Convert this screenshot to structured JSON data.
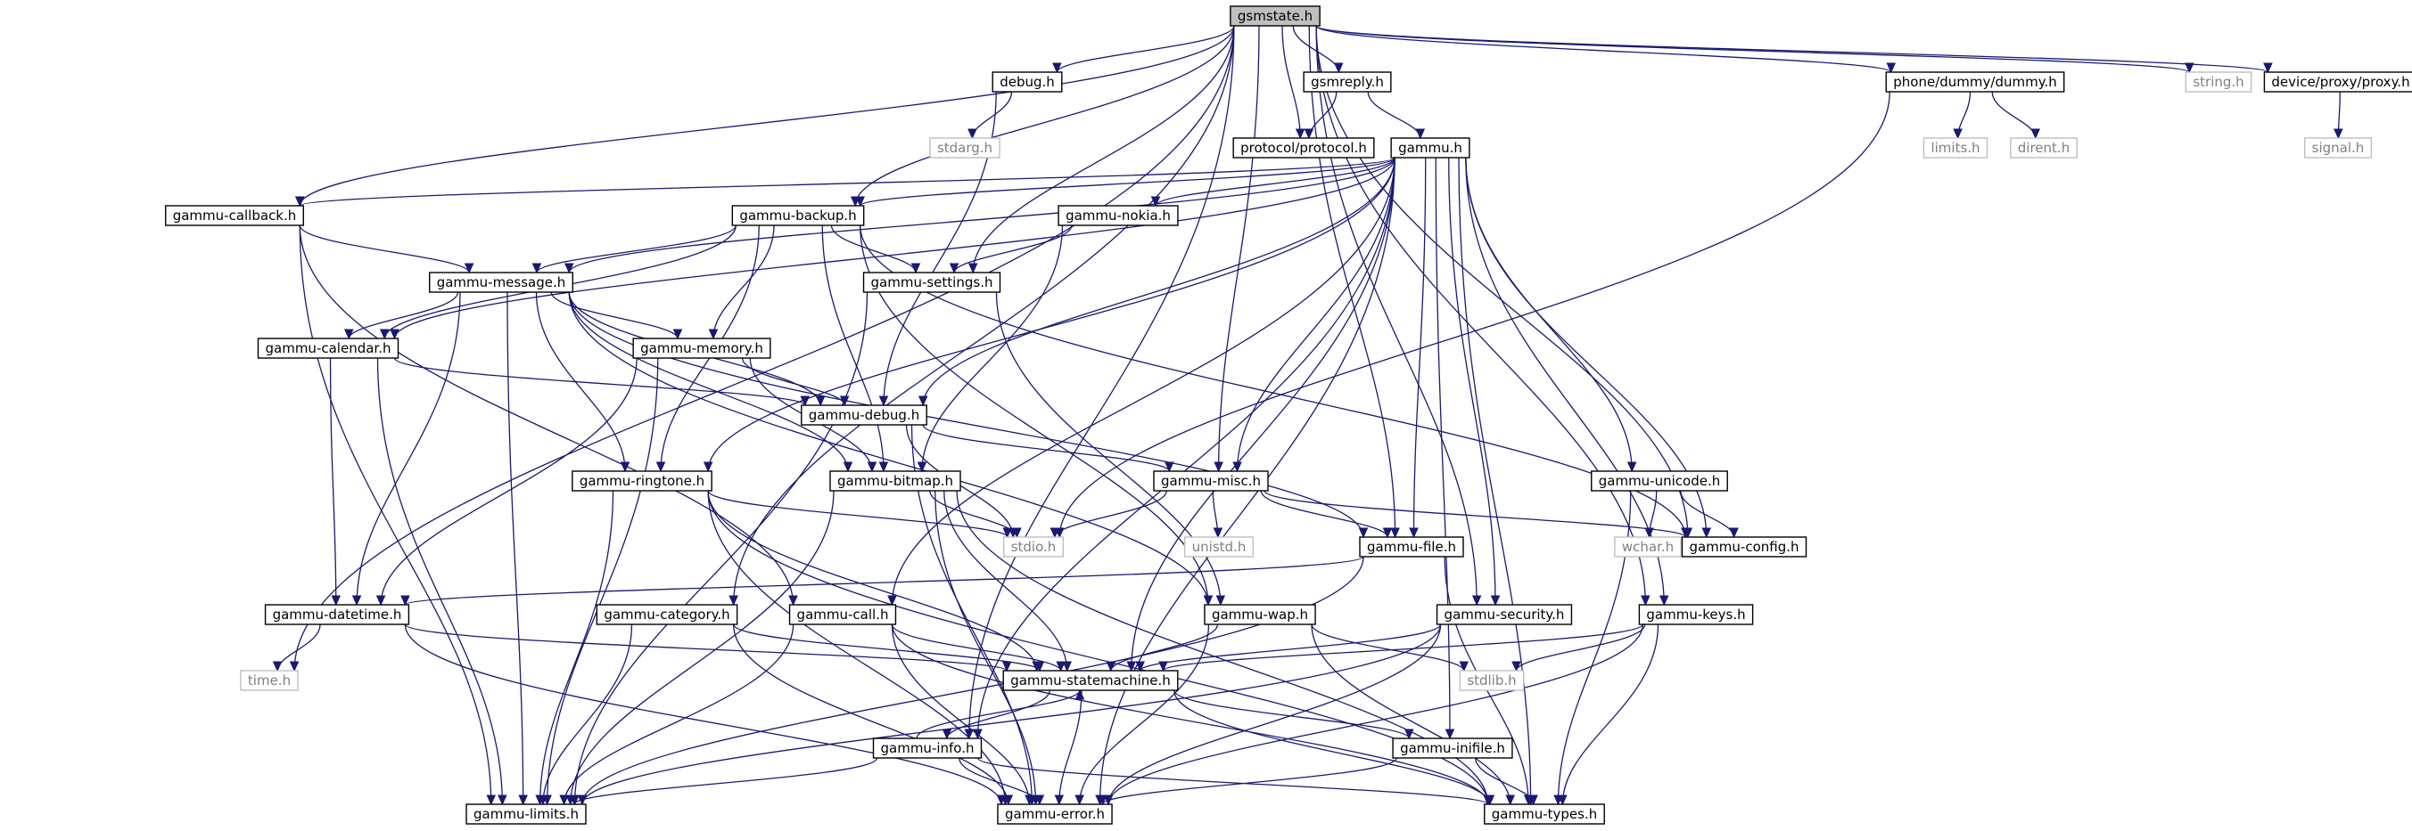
{
  "nodes": [
    {
      "id": "gsmstate",
      "label": "gsmstate.h",
      "kind": "root"
    },
    {
      "id": "debug",
      "label": "debug.h",
      "kind": "local"
    },
    {
      "id": "gsmreply",
      "label": "gsmreply.h",
      "kind": "local"
    },
    {
      "id": "dummy",
      "label": "phone/dummy/dummy.h",
      "kind": "local"
    },
    {
      "id": "string",
      "label": "string.h",
      "kind": "external"
    },
    {
      "id": "proxy",
      "label": "device/proxy/proxy.h",
      "kind": "local"
    },
    {
      "id": "stdarg",
      "label": "stdarg.h",
      "kind": "external"
    },
    {
      "id": "protocol",
      "label": "protocol/protocol.h",
      "kind": "local"
    },
    {
      "id": "gammu",
      "label": "gammu.h",
      "kind": "local"
    },
    {
      "id": "limits",
      "label": "limits.h",
      "kind": "external"
    },
    {
      "id": "dirent",
      "label": "dirent.h",
      "kind": "external"
    },
    {
      "id": "signal",
      "label": "signal.h",
      "kind": "external"
    },
    {
      "id": "callback",
      "label": "gammu-callback.h",
      "kind": "local"
    },
    {
      "id": "backup",
      "label": "gammu-backup.h",
      "kind": "local"
    },
    {
      "id": "nokia",
      "label": "gammu-nokia.h",
      "kind": "local"
    },
    {
      "id": "message",
      "label": "gammu-message.h",
      "kind": "local"
    },
    {
      "id": "settings",
      "label": "gammu-settings.h",
      "kind": "local"
    },
    {
      "id": "calendar",
      "label": "gammu-calendar.h",
      "kind": "local"
    },
    {
      "id": "memory",
      "label": "gammu-memory.h",
      "kind": "local"
    },
    {
      "id": "gdebug",
      "label": "gammu-debug.h",
      "kind": "local"
    },
    {
      "id": "ringtone",
      "label": "gammu-ringtone.h",
      "kind": "local"
    },
    {
      "id": "bitmap",
      "label": "gammu-bitmap.h",
      "kind": "local"
    },
    {
      "id": "misc",
      "label": "gammu-misc.h",
      "kind": "local"
    },
    {
      "id": "unicode",
      "label": "gammu-unicode.h",
      "kind": "local"
    },
    {
      "id": "stdio",
      "label": "stdio.h",
      "kind": "external"
    },
    {
      "id": "unistd",
      "label": "unistd.h",
      "kind": "external"
    },
    {
      "id": "file",
      "label": "gammu-file.h",
      "kind": "local"
    },
    {
      "id": "wchar",
      "label": "wchar.h",
      "kind": "external"
    },
    {
      "id": "config",
      "label": "gammu-config.h",
      "kind": "local"
    },
    {
      "id": "datetime",
      "label": "gammu-datetime.h",
      "kind": "local"
    },
    {
      "id": "category",
      "label": "gammu-category.h",
      "kind": "local"
    },
    {
      "id": "call",
      "label": "gammu-call.h",
      "kind": "local"
    },
    {
      "id": "wap",
      "label": "gammu-wap.h",
      "kind": "local"
    },
    {
      "id": "security",
      "label": "gammu-security.h",
      "kind": "local"
    },
    {
      "id": "keys",
      "label": "gammu-keys.h",
      "kind": "local"
    },
    {
      "id": "time",
      "label": "time.h",
      "kind": "external"
    },
    {
      "id": "statemachine",
      "label": "gammu-statemachine.h",
      "kind": "local"
    },
    {
      "id": "stdlib",
      "label": "stdlib.h",
      "kind": "external"
    },
    {
      "id": "info",
      "label": "gammu-info.h",
      "kind": "local"
    },
    {
      "id": "inifile",
      "label": "gammu-inifile.h",
      "kind": "local"
    },
    {
      "id": "glimits",
      "label": "gammu-limits.h",
      "kind": "local"
    },
    {
      "id": "error",
      "label": "gammu-error.h",
      "kind": "local"
    },
    {
      "id": "types",
      "label": "gammu-types.h",
      "kind": "local"
    }
  ],
  "edges": [
    [
      "gsmstate",
      "debug"
    ],
    [
      "gsmstate",
      "gsmreply"
    ],
    [
      "gsmstate",
      "dummy"
    ],
    [
      "gsmstate",
      "string"
    ],
    [
      "gsmstate",
      "proxy"
    ],
    [
      "gsmstate",
      "protocol"
    ],
    [
      "gsmstate",
      "callback"
    ],
    [
      "gsmstate",
      "backup"
    ],
    [
      "gsmstate",
      "settings"
    ],
    [
      "gsmstate",
      "misc"
    ],
    [
      "gsmstate",
      "file"
    ],
    [
      "gsmstate",
      "config"
    ],
    [
      "gsmstate",
      "keys"
    ],
    [
      "gsmstate",
      "security"
    ],
    [
      "gsmstate",
      "category"
    ],
    [
      "gsmstate",
      "time"
    ],
    [
      "gsmstate",
      "info"
    ],
    [
      "debug",
      "stdarg"
    ],
    [
      "debug",
      "gdebug"
    ],
    [
      "gsmreply",
      "protocol"
    ],
    [
      "gsmreply",
      "gammu"
    ],
    [
      "dummy",
      "limits"
    ],
    [
      "dummy",
      "dirent"
    ],
    [
      "dummy",
      "stdio"
    ],
    [
      "proxy",
      "signal"
    ],
    [
      "gammu",
      "callback"
    ],
    [
      "gammu",
      "backup"
    ],
    [
      "gammu",
      "nokia"
    ],
    [
      "gammu",
      "message"
    ],
    [
      "gammu",
      "calendar"
    ],
    [
      "gammu",
      "gdebug"
    ],
    [
      "gammu",
      "ringtone"
    ],
    [
      "gammu",
      "misc"
    ],
    [
      "gammu",
      "file"
    ],
    [
      "gammu",
      "unicode"
    ],
    [
      "gammu",
      "config"
    ],
    [
      "gammu",
      "security"
    ],
    [
      "gammu",
      "keys"
    ],
    [
      "gammu",
      "statemachine"
    ],
    [
      "gammu",
      "info"
    ],
    [
      "gammu",
      "inifile"
    ],
    [
      "gammu",
      "call"
    ],
    [
      "gammu",
      "error"
    ],
    [
      "gammu",
      "types"
    ],
    [
      "callback",
      "message"
    ],
    [
      "callback",
      "call"
    ],
    [
      "callback",
      "glimits"
    ],
    [
      "backup",
      "message"
    ],
    [
      "backup",
      "settings"
    ],
    [
      "backup",
      "calendar"
    ],
    [
      "backup",
      "memory"
    ],
    [
      "backup",
      "ringtone"
    ],
    [
      "backup",
      "bitmap"
    ],
    [
      "backup",
      "wap"
    ],
    [
      "backup",
      "config"
    ],
    [
      "nokia",
      "settings"
    ],
    [
      "nokia",
      "bitmap"
    ],
    [
      "message",
      "calendar"
    ],
    [
      "message",
      "memory"
    ],
    [
      "message",
      "gdebug"
    ],
    [
      "message",
      "ringtone"
    ],
    [
      "message",
      "bitmap"
    ],
    [
      "message",
      "datetime"
    ],
    [
      "message",
      "glimits"
    ],
    [
      "message",
      "file"
    ],
    [
      "message",
      "wap"
    ],
    [
      "settings",
      "wap"
    ],
    [
      "settings",
      "glimits"
    ],
    [
      "calendar",
      "datetime"
    ],
    [
      "calendar",
      "gdebug"
    ],
    [
      "calendar",
      "glimits"
    ],
    [
      "memory",
      "datetime"
    ],
    [
      "memory",
      "gdebug"
    ],
    [
      "memory",
      "bitmap"
    ],
    [
      "memory",
      "glimits"
    ],
    [
      "gdebug",
      "misc"
    ],
    [
      "gdebug",
      "stdio"
    ],
    [
      "gdebug",
      "error"
    ],
    [
      "ringtone",
      "stdio"
    ],
    [
      "ringtone",
      "glimits"
    ],
    [
      "ringtone",
      "statemachine"
    ],
    [
      "ringtone",
      "error"
    ],
    [
      "ringtone",
      "types"
    ],
    [
      "bitmap",
      "stdio"
    ],
    [
      "bitmap",
      "statemachine"
    ],
    [
      "bitmap",
      "glimits"
    ],
    [
      "bitmap",
      "error"
    ],
    [
      "bitmap",
      "types"
    ],
    [
      "misc",
      "stdio"
    ],
    [
      "misc",
      "unistd"
    ],
    [
      "misc",
      "file"
    ],
    [
      "misc",
      "config"
    ],
    [
      "unicode",
      "wchar"
    ],
    [
      "unicode",
      "config"
    ],
    [
      "unicode",
      "types"
    ],
    [
      "file",
      "datetime"
    ],
    [
      "file",
      "glimits"
    ],
    [
      "file",
      "types"
    ],
    [
      "datetime",
      "time"
    ],
    [
      "datetime",
      "statemachine"
    ],
    [
      "datetime",
      "error"
    ],
    [
      "category",
      "statemachine"
    ],
    [
      "category",
      "glimits"
    ],
    [
      "category",
      "error"
    ],
    [
      "call",
      "statemachine"
    ],
    [
      "call",
      "glimits"
    ],
    [
      "call",
      "error"
    ],
    [
      "call",
      "types"
    ],
    [
      "wap",
      "statemachine"
    ],
    [
      "wap",
      "stdlib"
    ],
    [
      "wap",
      "error"
    ],
    [
      "wap",
      "types"
    ],
    [
      "security",
      "statemachine"
    ],
    [
      "security",
      "error"
    ],
    [
      "security",
      "glimits"
    ],
    [
      "keys",
      "statemachine"
    ],
    [
      "keys",
      "stdlib"
    ],
    [
      "keys",
      "error"
    ],
    [
      "keys",
      "types"
    ],
    [
      "statemachine",
      "info"
    ],
    [
      "statemachine",
      "inifile"
    ],
    [
      "statemachine",
      "error"
    ],
    [
      "statemachine",
      "types"
    ],
    [
      "info",
      "statemachine"
    ],
    [
      "info",
      "glimits"
    ],
    [
      "info",
      "error"
    ],
    [
      "info",
      "types"
    ],
    [
      "inifile",
      "error"
    ],
    [
      "inifile",
      "types"
    ]
  ]
}
